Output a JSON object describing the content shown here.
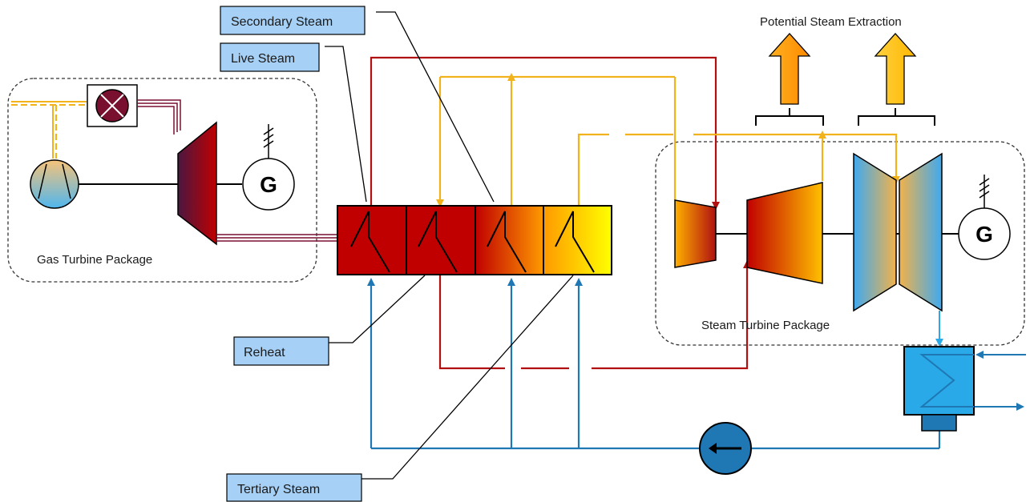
{
  "packages": {
    "gas_turbine": "Gas Turbine Package",
    "steam_turbine": "Steam Turbine Package"
  },
  "labels": {
    "secondary_steam": "Secondary Steam",
    "live_steam": "Live Steam",
    "reheat": "Reheat",
    "tertiary_steam": "Tertiary Steam",
    "potential_extraction": "Potential Steam Extraction"
  },
  "generator_symbol": "G",
  "colors": {
    "live_steam_line": "#b01010",
    "secondary_steam_line": "#f2b21c",
    "water_line": "#1f77b4",
    "label_box": "#a6d0f5",
    "hrsg_hot": "#c00000",
    "hrsg_cool": "#ffff00",
    "condenser": "#29a9e8",
    "extraction_arrow_1": "#ff9900",
    "extraction_arrow_2": "#ffc000"
  }
}
